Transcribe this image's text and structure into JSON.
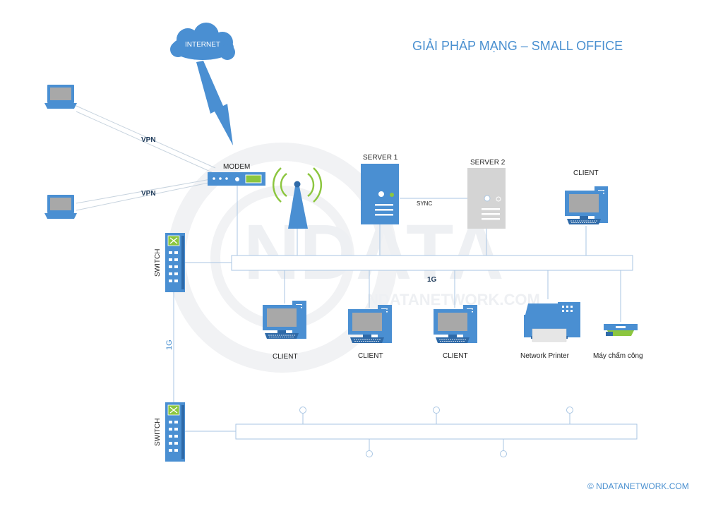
{
  "title": "GIẢI PHÁP MẠNG – SMALL OFFICE",
  "copyright": "© NDATANETWORK.COM",
  "watermark": {
    "big": "NDATA",
    "small": "NDATANETWORK.COM"
  },
  "labels": {
    "internet": "INTERNET",
    "modem": "MODEM",
    "vpn_1": "VPN",
    "vpn_2": "VPN",
    "switch_1": "SWITCH",
    "switch_2": "SWITCH",
    "server_1": "SERVER 1",
    "server_2": "SERVER 2",
    "sync": "SYNC",
    "client_top": "CLIENT",
    "backbone_speed": "1G",
    "uplink_speed": "1G",
    "client_1": "CLIENT",
    "client_2": "CLIENT",
    "client_3": "CLIENT",
    "printer": "Network Printer",
    "time_clock": "Máy chấm công"
  },
  "colors": {
    "device_blue": "#4a8fd2",
    "device_dark": "#2f6aa8",
    "server_grey": "#d4d4d4",
    "screen_grey": "#a8a8a8",
    "line": "#a9c6e3",
    "wifi_green": "#8cc63f",
    "title": "#4a90d0"
  },
  "icons": [
    "cloud-icon",
    "lightning-icon",
    "laptop-icon",
    "modem-icon",
    "wifi-antenna-icon",
    "server-icon",
    "desktop-computer-icon",
    "printer-icon",
    "time-clock-icon",
    "switch-icon"
  ]
}
